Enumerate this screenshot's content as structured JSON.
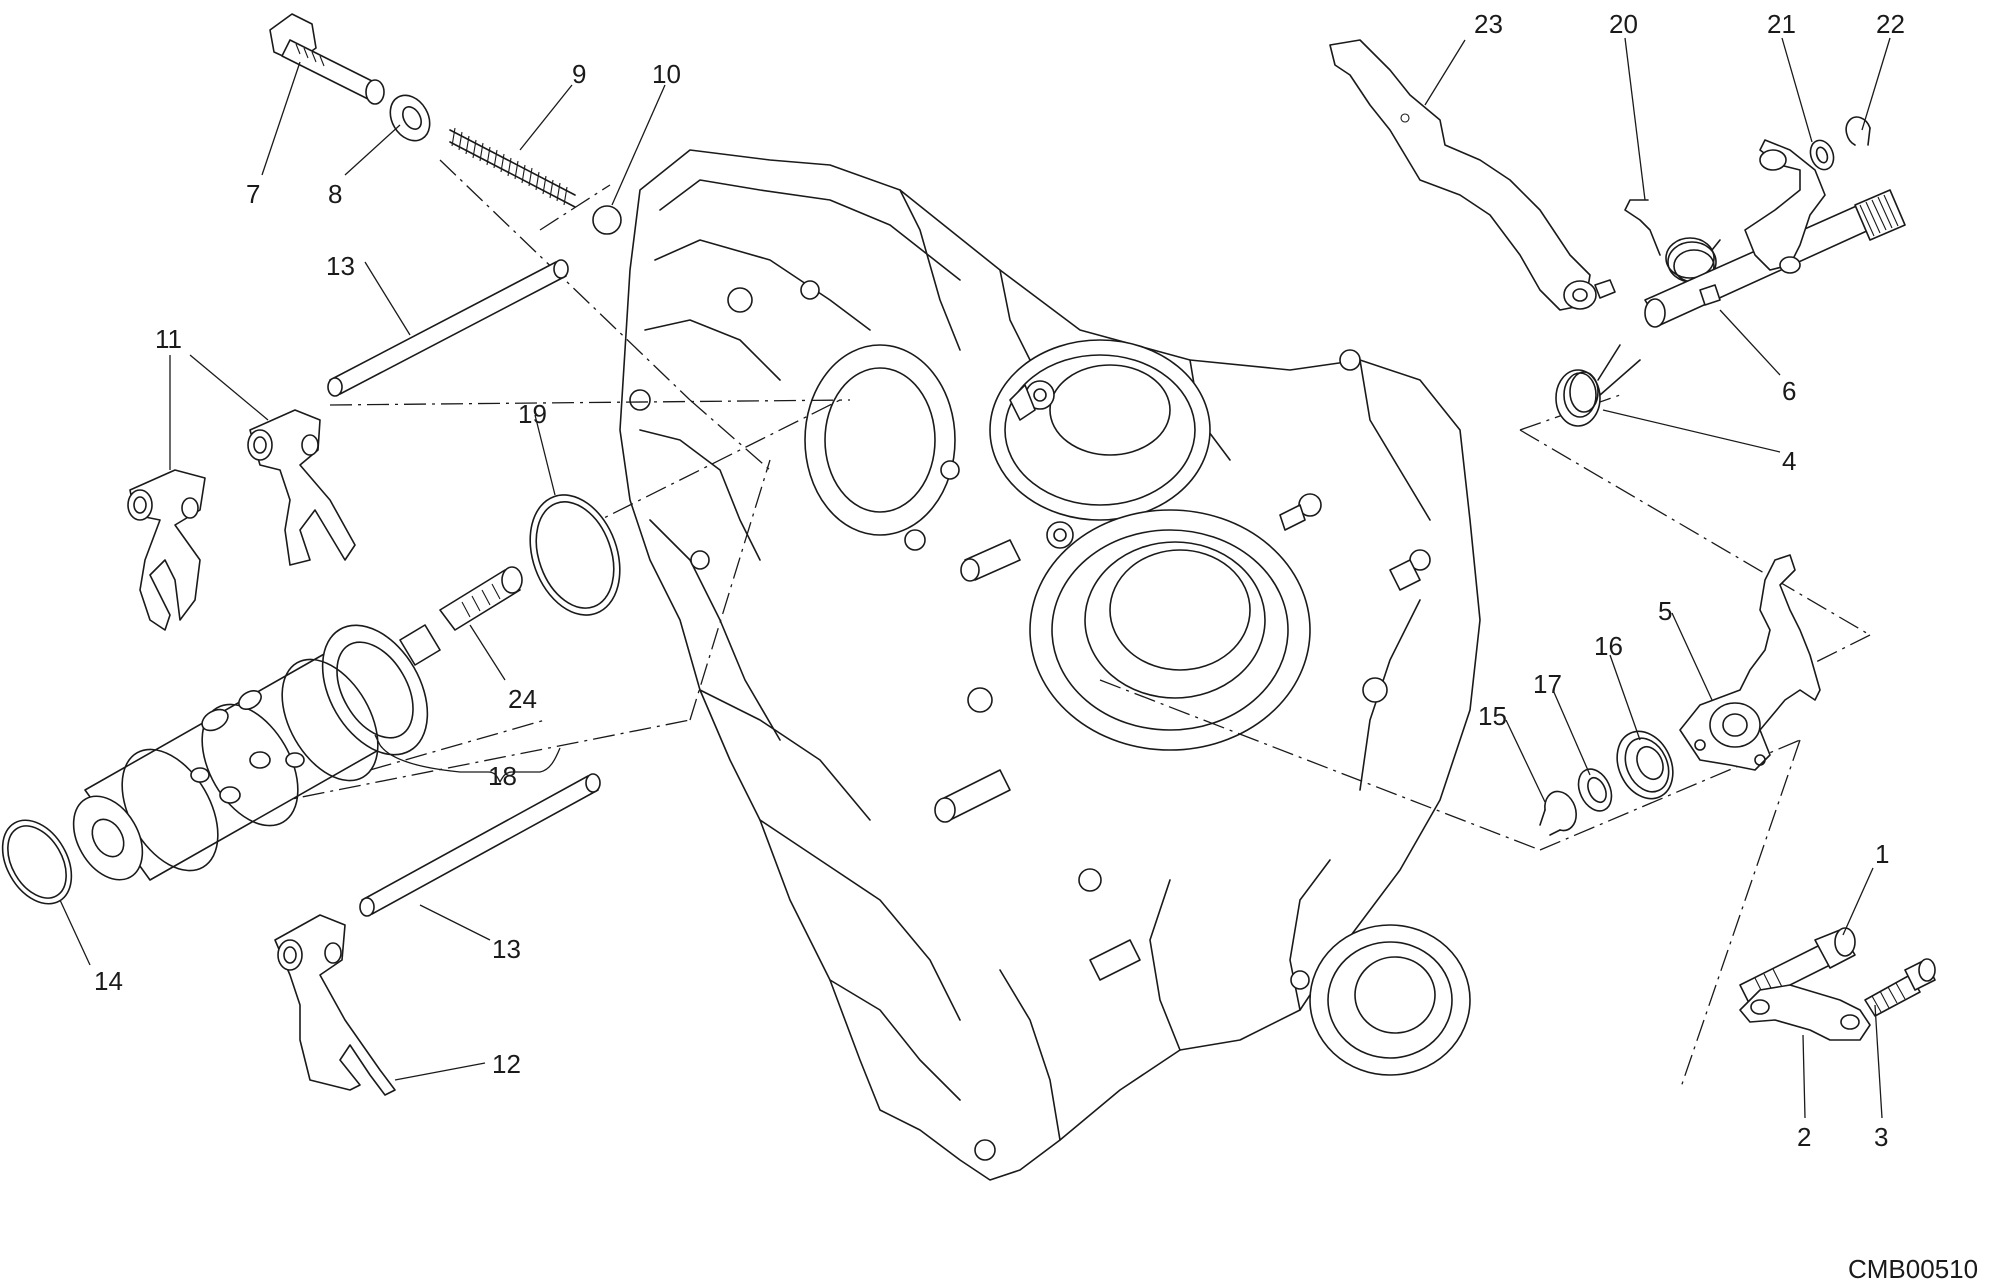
{
  "drawing_code": "CMB00510",
  "callouts": {
    "c1": "1",
    "c2": "2",
    "c3": "3",
    "c4": "4",
    "c5": "5",
    "c6": "6",
    "c7": "7",
    "c8": "8",
    "c9": "9",
    "c10": "10",
    "c11": "11",
    "c12": "12",
    "c13a": "13",
    "c13b": "13",
    "c14": "14",
    "c15": "15",
    "c16": "16",
    "c17": "17",
    "c18": "18",
    "c19": "19",
    "c20": "20",
    "c21": "21",
    "c22": "22",
    "c23": "23",
    "c24": "24"
  }
}
